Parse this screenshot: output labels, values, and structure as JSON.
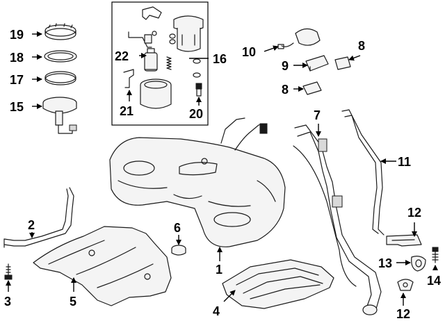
{
  "callouts": {
    "c1": "1",
    "c2": "2",
    "c3": "3",
    "c4": "4",
    "c5": "5",
    "c6": "6",
    "c7": "7",
    "c8a": "8",
    "c8b": "8",
    "c9": "9",
    "c10": "10",
    "c11": "11",
    "c12a": "12",
    "c12b": "12",
    "c13": "13",
    "c14": "14",
    "c15": "15",
    "c16": "16",
    "c17": "17",
    "c18": "18",
    "c19": "19",
    "c20": "20",
    "c21": "21",
    "c22": "22"
  },
  "colors": {
    "ink": "#1a1a1a",
    "background": "#ffffff"
  }
}
